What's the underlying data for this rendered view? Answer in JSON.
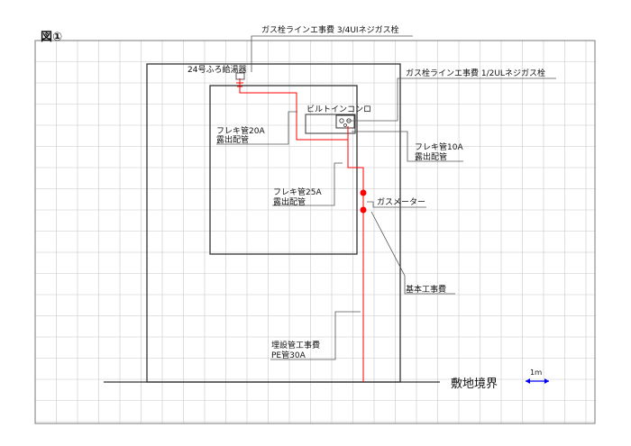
{
  "figure_label": "図①",
  "labels": {
    "gas_valve_34": "ガス栓ラインエ事費 3/4UIネジガス栓",
    "water_heater": "24号ふろ給湯器",
    "gas_valve_12": "ガス栓ラインエ事費 1/2ULネジガス栓",
    "builtin_stove": "ビルトインコンロ",
    "flex20_line1": "フレキ管20A",
    "flex20_line2": "露出配管",
    "flex10_line1": "フレキ管10A",
    "flex10_line2": "露出配管",
    "flex25_line1": "フレキ管25A",
    "flex25_line2": "露出配管",
    "gas_meter": "ガスメーター",
    "basic_work": "基本工事費",
    "buried_line1": "埋設管工事費",
    "buried_line2": "PE管30A",
    "boundary": "敷地境界",
    "scale": "1ｍ"
  },
  "colors": {
    "pipe": "#ff0000",
    "scale_arrow": "#0000ff",
    "grid": "#c8c8c8",
    "line": "#444444"
  }
}
